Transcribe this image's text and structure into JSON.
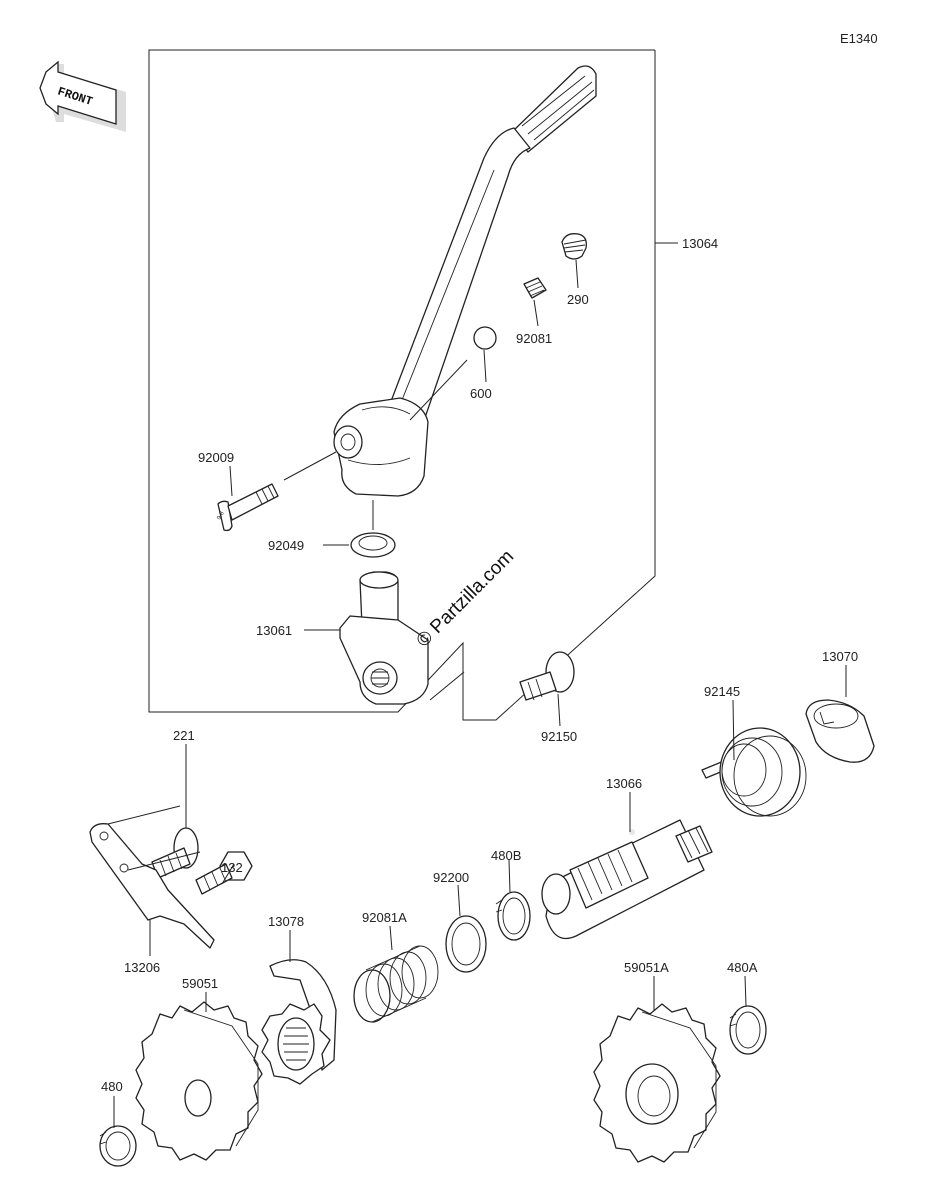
{
  "diagram_code": "E1340",
  "front_label": "FRONT",
  "watermark": "© Partzilla.com",
  "parts": {
    "p13064": "13064",
    "p290": "290",
    "p92081": "92081",
    "p600": "600",
    "p92009": "92009",
    "p92049": "92049",
    "p13061": "13061",
    "p92150": "92150",
    "p13070": "13070",
    "p92145": "92145",
    "p13066": "13066",
    "p221": "221",
    "p132": "132",
    "p13206": "13206",
    "p480B": "480B",
    "p92200": "92200",
    "p92081A": "92081A",
    "p13078": "13078",
    "p59051": "59051",
    "p59051A": "59051A",
    "p480A": "480A",
    "p480": "480"
  }
}
